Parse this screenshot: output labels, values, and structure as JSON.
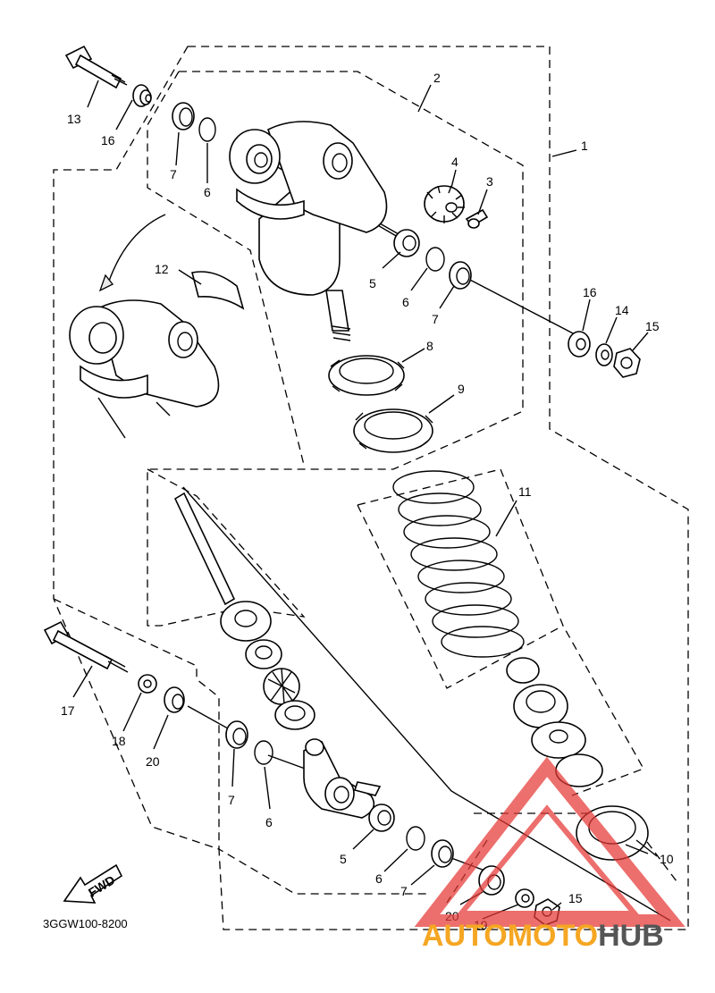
{
  "diagram_code": "3GGW100-8200",
  "fwd_label": "FWD",
  "watermark": {
    "part1": "AUTOMOTO",
    "part2": "HUB",
    "color1": "#f5a623",
    "color2": "#555555",
    "triangle_color": "#e53935"
  },
  "callouts": [
    "1",
    "2",
    "3",
    "4",
    "5",
    "6",
    "7",
    "8",
    "9",
    "10",
    "11",
    "12",
    "13",
    "14",
    "15",
    "16",
    "17",
    "18",
    "19",
    "20"
  ],
  "labels": {
    "l1": "1",
    "l2": "2",
    "l3": "3",
    "l4": "4",
    "l5a": "5",
    "l5b": "5",
    "l6a": "6",
    "l6b": "6",
    "l6c": "6",
    "l6d": "6",
    "l7a": "7",
    "l7b": "7",
    "l7c": "7",
    "l7d": "7",
    "l8": "8",
    "l9": "9",
    "l10": "10",
    "l11": "11",
    "l12": "12",
    "l13": "13",
    "l14": "14",
    "l15a": "15",
    "l15b": "15",
    "l16a": "16",
    "l16b": "16",
    "l17": "17",
    "l18": "18",
    "l19": "19",
    "l20a": "20",
    "l20b": "20"
  }
}
